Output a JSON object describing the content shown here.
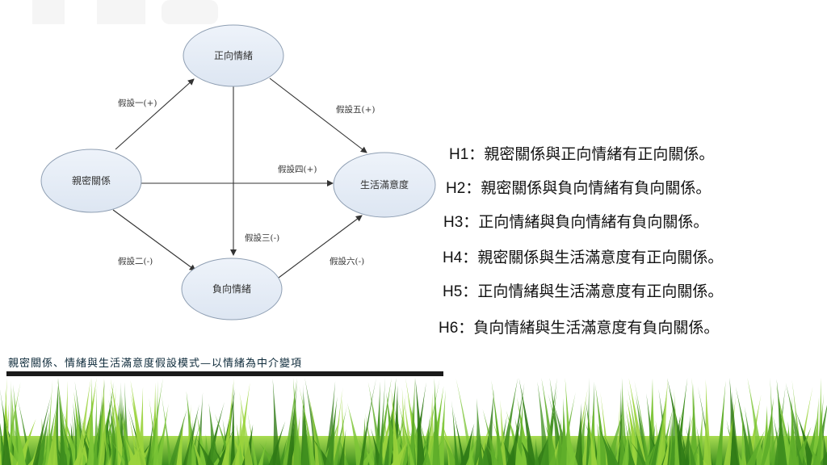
{
  "diagram": {
    "nodes": {
      "intimacy": "親密關係",
      "positive": "正向情緒",
      "negative": "負向情緒",
      "satisfaction": "生活滿意度"
    },
    "edges": {
      "h1": "假設一(+)",
      "h2": "假設二(-)",
      "h3": "假設三(-)",
      "h4": "假設四(+)",
      "h5": "假設五(+)",
      "h6": "假設六(-)"
    },
    "caption": "親密關係、情緒與生活滿意度假設模式—以情緒為中介變項"
  },
  "hypotheses": [
    {
      "code": "H1",
      "sep": "：",
      "text": "親密關係與正向情緒有正向關係。"
    },
    {
      "code": "H2",
      "sep": "：",
      "text": "親密關係與負向情緒有負向關係。"
    },
    {
      "code": "H3",
      "sep": "：",
      "text": "正向情緒與負向情緒有負向關係。"
    },
    {
      "code": "H4",
      "sep": "：",
      "text": "親密關係與生活滿意度有正向關係。"
    },
    {
      "code": "H5",
      "sep": "：",
      "text": "正向情緒與生活滿意度有正向關係。"
    },
    {
      "code": "H6",
      "sep": "：",
      "text": "負向情緒與生活滿意度有負向關係。"
    }
  ],
  "colors": {
    "node_fill": "#e6eef8",
    "node_stroke": "#8f9fb3",
    "arrow": "#333333",
    "grass_dark": "#3f8f1f",
    "grass_light": "#9ad33c"
  }
}
